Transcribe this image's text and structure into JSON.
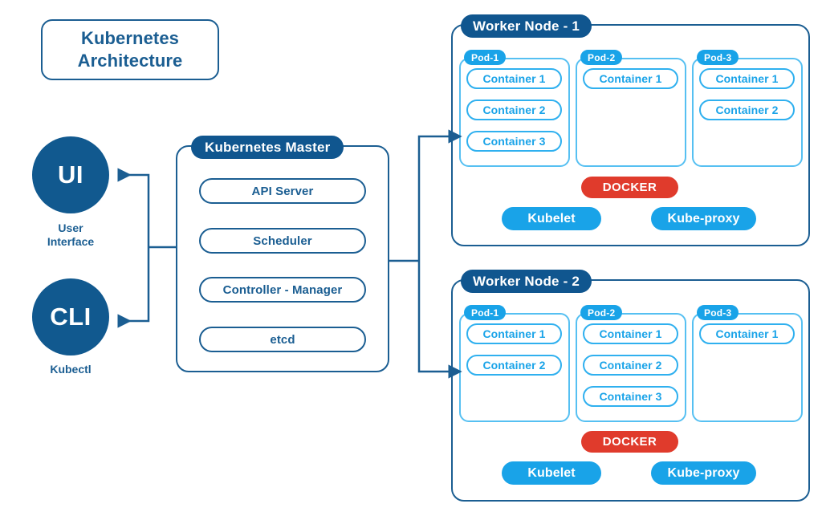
{
  "title": {
    "line1": "Kubernetes",
    "line2": "Architecture"
  },
  "clients": [
    {
      "id": "ui",
      "abbr": "UI",
      "label_line1": "User",
      "label_line2": "Interface"
    },
    {
      "id": "cli",
      "abbr": "CLI",
      "label_line1": "Kubectl",
      "label_line2": ""
    }
  ],
  "master": {
    "header": "Kubernetes Master",
    "items": [
      {
        "label": "API Server"
      },
      {
        "label": "Scheduler"
      },
      {
        "label": "Controller - Manager"
      },
      {
        "label": "etcd"
      }
    ]
  },
  "worker_nodes": [
    {
      "header": "Worker Node - 1",
      "pods": [
        {
          "label": "Pod-1",
          "containers": [
            "Container 1",
            "Container 2",
            "Container 3"
          ]
        },
        {
          "label": "Pod-2",
          "containers": [
            "Container 1"
          ]
        },
        {
          "label": "Pod-3",
          "containers": [
            "Container 1",
            "Container 2"
          ]
        }
      ],
      "runtime": "DOCKER",
      "agents": [
        "Kubelet",
        "Kube-proxy"
      ]
    },
    {
      "header": "Worker Node - 2",
      "pods": [
        {
          "label": "Pod-1",
          "containers": [
            "Container 1",
            "Container 2"
          ]
        },
        {
          "label": "Pod-2",
          "containers": [
            "Container 1",
            "Container 2",
            "Container 3"
          ]
        },
        {
          "label": "Pod-3",
          "containers": [
            "Container 1"
          ]
        }
      ],
      "runtime": "DOCKER",
      "agents": [
        "Kubelet",
        "Kube-proxy"
      ]
    }
  ],
  "colors": {
    "dark_blue": "#1b5e92",
    "navy_pill": "#10568f",
    "light_blue": "#19a3e8",
    "container_border": "#2fb0ef",
    "pod_border": "#56c0f2",
    "docker_red": "#e03b2c",
    "white": "#ffffff"
  },
  "connectors": {
    "master_to_clients": "arrows pointing left from master into UI and CLI",
    "master_to_workers": "arrows pointing right from master into Worker Node - 1 and Worker Node - 2"
  }
}
